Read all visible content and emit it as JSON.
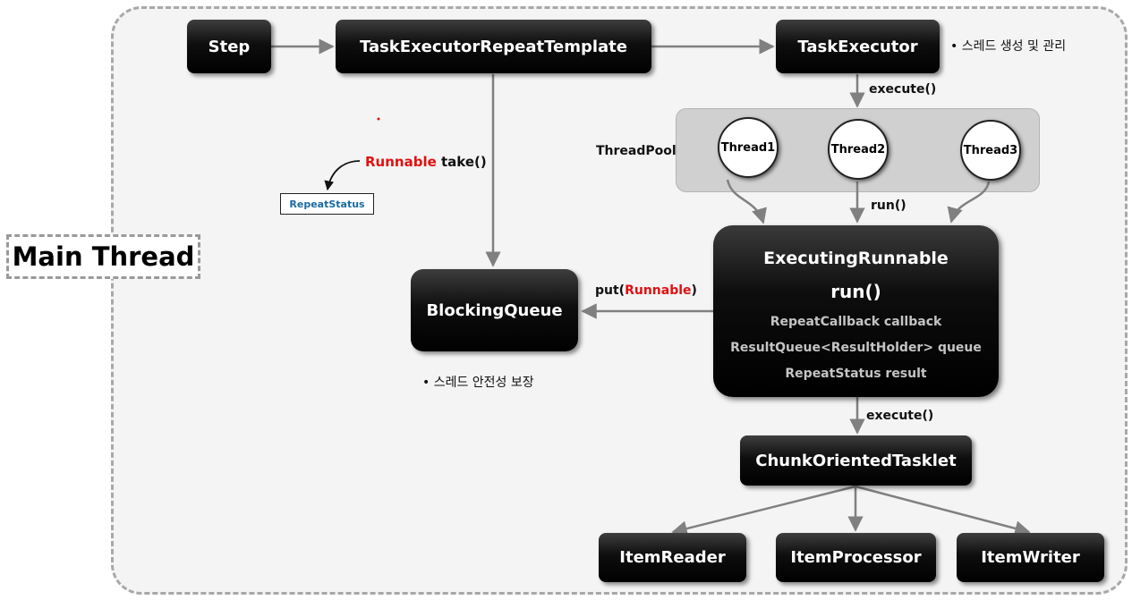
{
  "main_thread": "Main Thread",
  "nodes": {
    "step": "Step",
    "template": "TaskExecutorRepeatTemplate",
    "task_executor": "TaskExecutor",
    "blocking_queue": "BlockingQueue",
    "executing_runnable": {
      "title": "ExecutingRunnable",
      "method": "run()",
      "fields": [
        "RepeatCallback callback",
        "ResultQueue<ResultHolder> queue",
        "RepeatStatus result"
      ]
    },
    "chunk_tasklet": "ChunkOrientedTasklet",
    "item_reader": "ItemReader",
    "item_processor": "ItemProcessor",
    "item_writer": "ItemWriter"
  },
  "thread_pool": {
    "label": "ThreadPool",
    "threads": [
      "Thread1",
      "Thread2",
      "Thread3"
    ]
  },
  "edge_labels": {
    "execute_top": "execute()",
    "run": "run()",
    "put_prefix": "put(",
    "put_runnable": "Runnable",
    "put_suffix": ")",
    "take_runnable": "Runnable",
    "take": "take()",
    "repeat_status": "RepeatStatus",
    "execute_bottom": "execute()"
  },
  "notes": {
    "task_executor_note": "•  스레드 생성 및 관리",
    "queue_note": "•  스레드 안전성 보장"
  },
  "colors": {
    "highlight": "#e01010",
    "repeat_status_text": "#1a6aa0"
  }
}
